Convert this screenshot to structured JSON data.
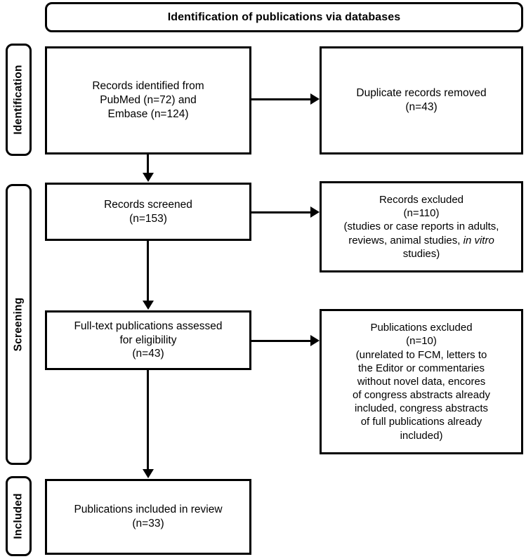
{
  "diagram": {
    "type": "prisma-flow-diagram",
    "header": {
      "title": "Identification of publications via databases"
    },
    "stages": [
      {
        "id": "identification",
        "label": "Identification"
      },
      {
        "id": "screening",
        "label": "Screening"
      },
      {
        "id": "included",
        "label": "Included"
      }
    ],
    "boxes": {
      "records_identified": {
        "lines": [
          "Records identified from",
          "PubMed (n=72) and",
          "Embase (n=124)"
        ]
      },
      "duplicates_removed": {
        "lines": [
          "Duplicate records removed",
          "(n=43)"
        ]
      },
      "records_screened": {
        "lines": [
          "Records screened",
          "(n=153)"
        ]
      },
      "records_excluded": {
        "lines": [
          "Records excluded",
          "(n=110)",
          "(studies or case reports in adults,",
          "reviews, animal studies, in vitro",
          "studies)"
        ],
        "italic_phrase": "in vitro"
      },
      "fulltext_assessed": {
        "lines": [
          "Full-text publications assessed",
          "for eligibility",
          "(n=43)"
        ]
      },
      "publications_excluded": {
        "lines": [
          "Publications excluded",
          "(n=10)",
          "(unrelated to FCM, letters to",
          "the Editor or commentaries",
          "without novel data, encores",
          "of congress abstracts already",
          "included, congress abstracts",
          "of full publications already",
          "included)"
        ]
      },
      "publications_included": {
        "lines": [
          "Publications included in review",
          "(n=33)"
        ]
      }
    },
    "counts": {
      "pubmed": 72,
      "embase": 124,
      "duplicates_removed": 43,
      "records_screened": 153,
      "records_excluded": 110,
      "fulltext_assessed": 43,
      "publications_excluded": 10,
      "publications_included": 33
    },
    "colors": {
      "stroke": "#000000",
      "fill": "#ffffff",
      "text": "#000000"
    }
  }
}
